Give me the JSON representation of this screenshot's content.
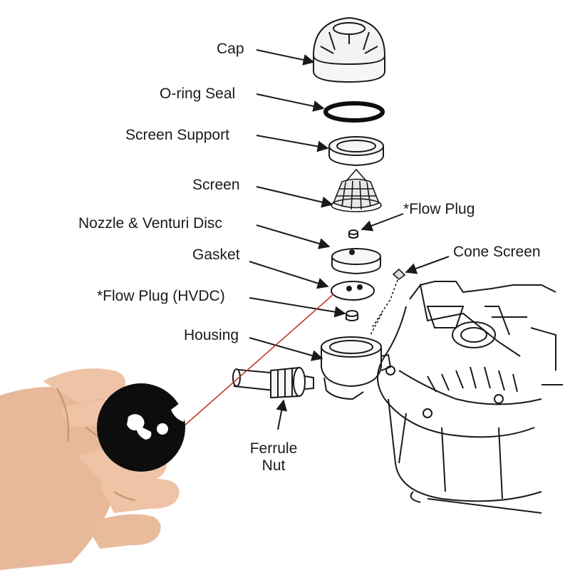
{
  "diagram": {
    "labels": {
      "cap": "Cap",
      "o_ring_seal": "O-ring Seal",
      "screen_support": "Screen Support",
      "screen": "Screen",
      "flow_plug": "*Flow Plug",
      "nozzle_venturi_disc": "Nozzle & Venturi Disc",
      "cone_screen": "Cone Screen",
      "gasket": "Gasket",
      "flow_plug_hvdc": "*Flow Plug (HVDC)",
      "housing": "Housing",
      "ferrule_nut_line1": "Ferrule",
      "ferrule_nut_line2": "Nut"
    },
    "colors": {
      "line": "#1a1a1a",
      "highlight_line": "#c0392b",
      "gasket_product": "#0d0d0d",
      "skin": "#e8b89a"
    }
  }
}
